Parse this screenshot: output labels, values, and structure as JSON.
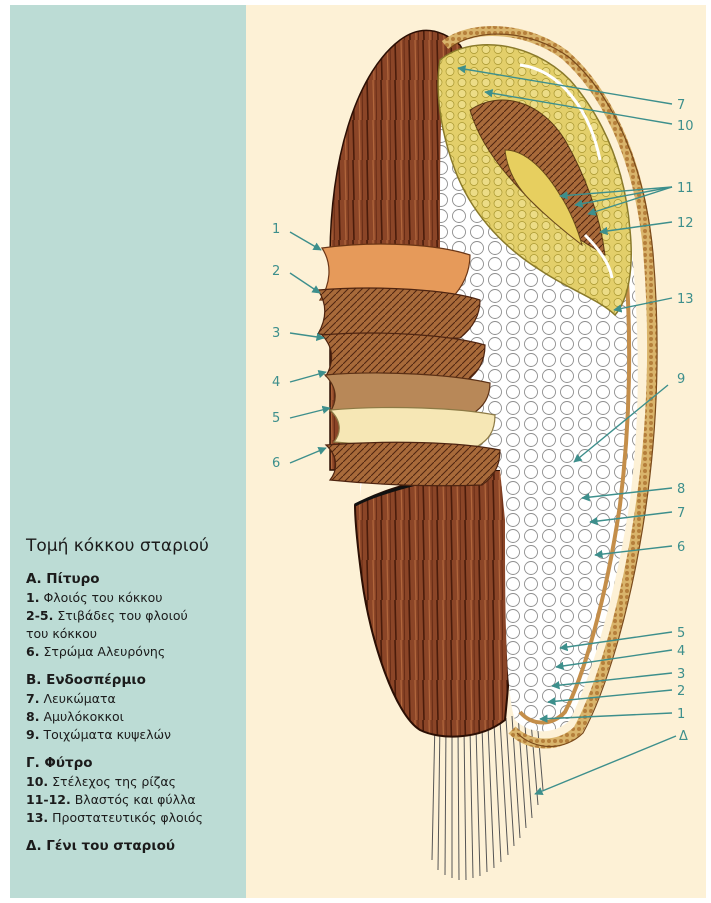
{
  "title": "Τομή κόκκου σταριού",
  "sections": [
    {
      "heading": "Α. Πίτυρο",
      "items": [
        {
          "num": "1.",
          "text": "Φλοιός του κόκκου"
        },
        {
          "num": "2-5.",
          "text": "Στιβάδες του φλοιού"
        },
        {
          "num": "",
          "text": "του κόκκου"
        },
        {
          "num": "6.",
          "text": "Στρώμα Αλευρόνης"
        }
      ]
    },
    {
      "heading": "Β. Ενδοσπέρμιο",
      "items": [
        {
          "num": "7.",
          "text": "Λευκώματα"
        },
        {
          "num": "8.",
          "text": "Αμυλόκοκκοι"
        },
        {
          "num": "9.",
          "text": "Τοιχώματα κυψελών"
        }
      ]
    },
    {
      "heading": "Γ. Φύτρο",
      "items": [
        {
          "num": "10.",
          "text": "Στέλεχος της ρίζας"
        },
        {
          "num": "11-12.",
          "text": "Βλαστός και φύλλα"
        },
        {
          "num": "13.",
          "text": "Προστατευτικός φλοιός"
        }
      ]
    },
    {
      "heading": "Δ. Γένι του σταριού",
      "items": []
    }
  ],
  "callouts": {
    "left": [
      "1",
      "2",
      "3",
      "4",
      "5",
      "6"
    ],
    "right": [
      "7",
      "10",
      "11",
      "12",
      "13",
      "9",
      "8",
      "7",
      "6",
      "5",
      "4",
      "3",
      "2",
      "1",
      "Δ"
    ]
  },
  "colors": {
    "sidebar": "#bcdcd5",
    "canvas": "#fdf1d6",
    "label": "#3d8f8c",
    "bran_brown": "#7a3d1f",
    "germ_yellow": "#e3cf6a",
    "endosperm": "#ffffff"
  }
}
